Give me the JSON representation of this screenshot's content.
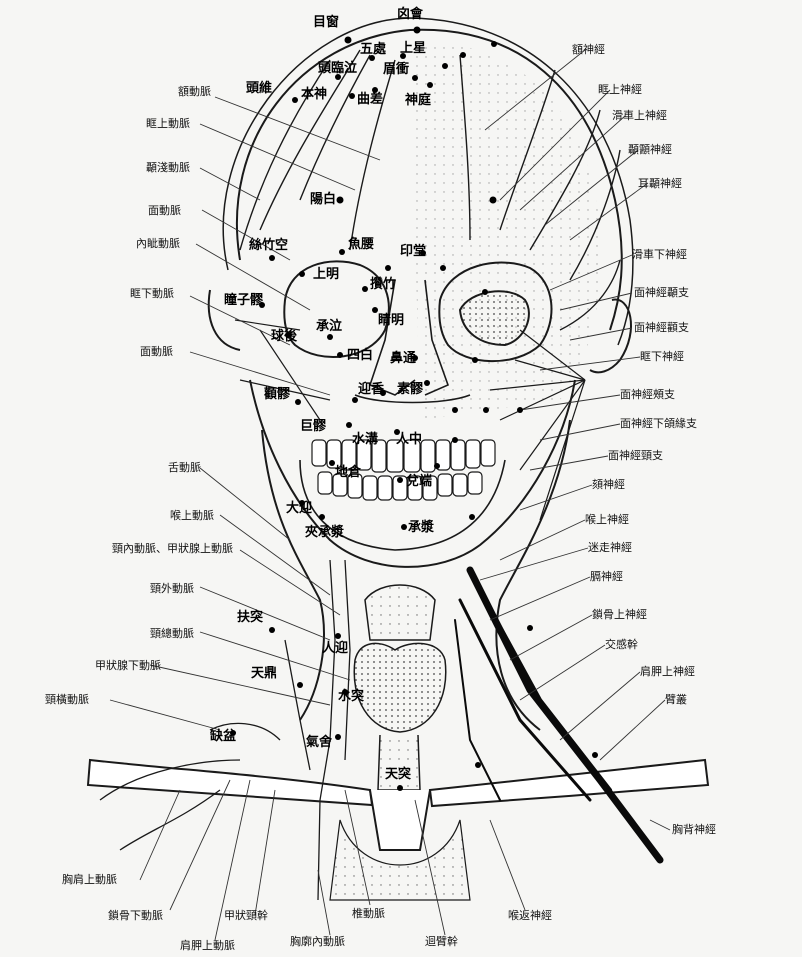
{
  "acupoints": {
    "muchuang": "目窗",
    "xinhui": "囟會",
    "wuchu": "五處",
    "shangxing": "上星",
    "toulinqi": "頭臨泣",
    "meichong": "眉衝",
    "touwei": "頭維",
    "benshen": "本神",
    "qucha": "曲差",
    "shenting": "神庭",
    "yangbai": "陽白",
    "sizhukong": "絲竹空",
    "yuyao": "魚腰",
    "yintang": "印堂",
    "shangming": "上明",
    "zanzhu": "攢竹",
    "jingming": "睛明",
    "tongziliao": "瞳子髎",
    "qiuhou": "球後",
    "chengqi": "承泣",
    "sibai": "四白",
    "bitong": "鼻通",
    "quanliao": "顴髎",
    "yingxiang": "迎香",
    "suliao": "素髎",
    "juliao": "巨髎",
    "shuigou": "水溝",
    "renzhong": "人中",
    "dicang": "地倉",
    "duiduan": "兌端",
    "daying": "大迎",
    "jiachengjiang": "夾承漿",
    "chengjiang": "承漿",
    "futu": "扶突",
    "renying": "人迎",
    "tianding": "天鼎",
    "shuitu": "水突",
    "qishe": "氣舍",
    "quepen": "缺盆",
    "tiantu": "天突"
  },
  "left_labels": {
    "e_dongmai": "額動脈",
    "zheshang_dongmai": "眶上動脈",
    "niehuang_dongmai": "顳淺動脈",
    "mian_dongmai": "面動脈",
    "neizi_dongmai": "內眦動脈",
    "kuangxia_dongmai": "眶下動脈",
    "mian_dongmai2": "面動脈",
    "shexia_dongmai": "舌動脈",
    "houshang_dongmai": "喉上動脈",
    "jingnei_jiazhuang": "頸內動脈、甲狀腺上動脈",
    "jingwai_dongmai": "頸外動脈",
    "jingzong_dongmai": "頸總動脈",
    "jiazhuangxian_xia": "甲狀腺下動脈",
    "jinghengdongmai": "頸橫動脈",
    "xiongjian_shang": "胸肩上動脈",
    "suogu_xia": "鎖骨下動脈",
    "jiazhuang_jingqian": "甲狀頸幹",
    "jiangu_shang": "肩胛上動脈",
    "xiongkuo_nei": "胸廓內動脈",
    "jing_dongmai": "椎動脈",
    "huibi_ganzhuang": "迴臂幹"
  },
  "right_labels": {
    "e_shenjing": "額神經",
    "kuangshang_shenjing": "眶上神經",
    "huache_shangshen": "滑車上神經",
    "niehuang_shenjing": "顳顬神經",
    "erzhi_shenjing": "耳顳神經",
    "huache_xiashen": "滑車下神經",
    "mianshen_niezhi": "面神經顳支",
    "mianshen_quanzhi": "面神經顴支",
    "kuangxia_shenjing": "眶下神經",
    "mianshen_jiazhi": "面神經頰支",
    "mianshen_xiajiazhi": "面神經下頜緣支",
    "mianshen_jingzhi": "面神經頸支",
    "kou_shenjing": "頦神經",
    "houshang_shenjing": "喉上神經",
    "mizou_shenjing": "迷走神經",
    "ge_shenjing": "膈神經",
    "suogu_shangshen": "鎖骨上神經",
    "jiaogan_gan": "交感幹",
    "jianjia_shangshen": "肩胛上神經",
    "bicong": "臂叢",
    "xiongjian_shenjing": "胸背神經",
    "houhui_shenjing": "喉返神經"
  },
  "colors": {
    "line": "#1a1a1a",
    "bg": "#f6f6f4",
    "shade": "#bdbdbd"
  }
}
